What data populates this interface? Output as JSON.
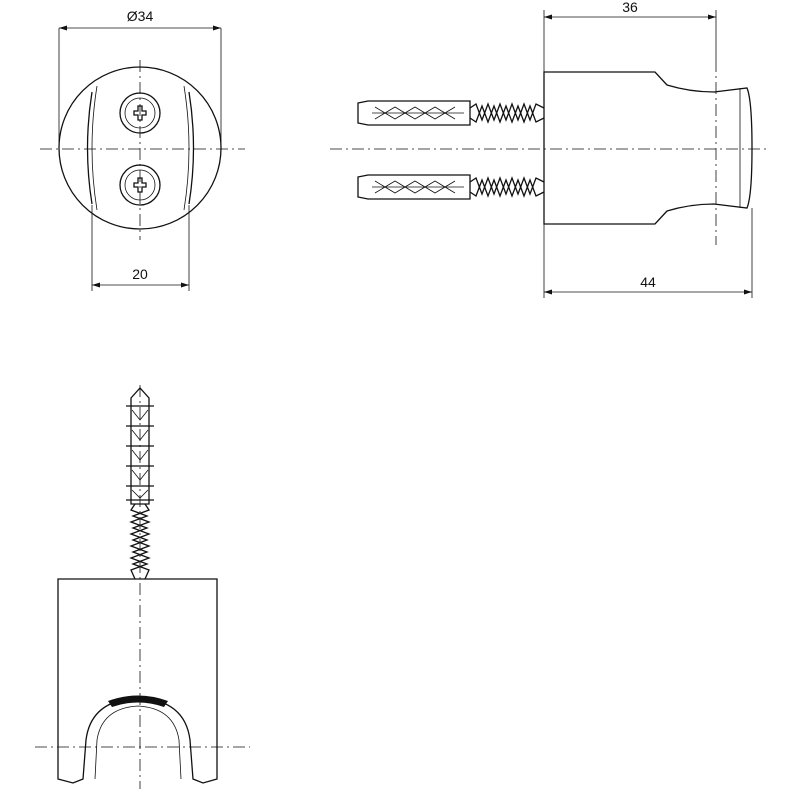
{
  "dimensions": {
    "diameter": "Ø34",
    "base_width": "20",
    "arm_length": "36",
    "total_length": "44"
  }
}
